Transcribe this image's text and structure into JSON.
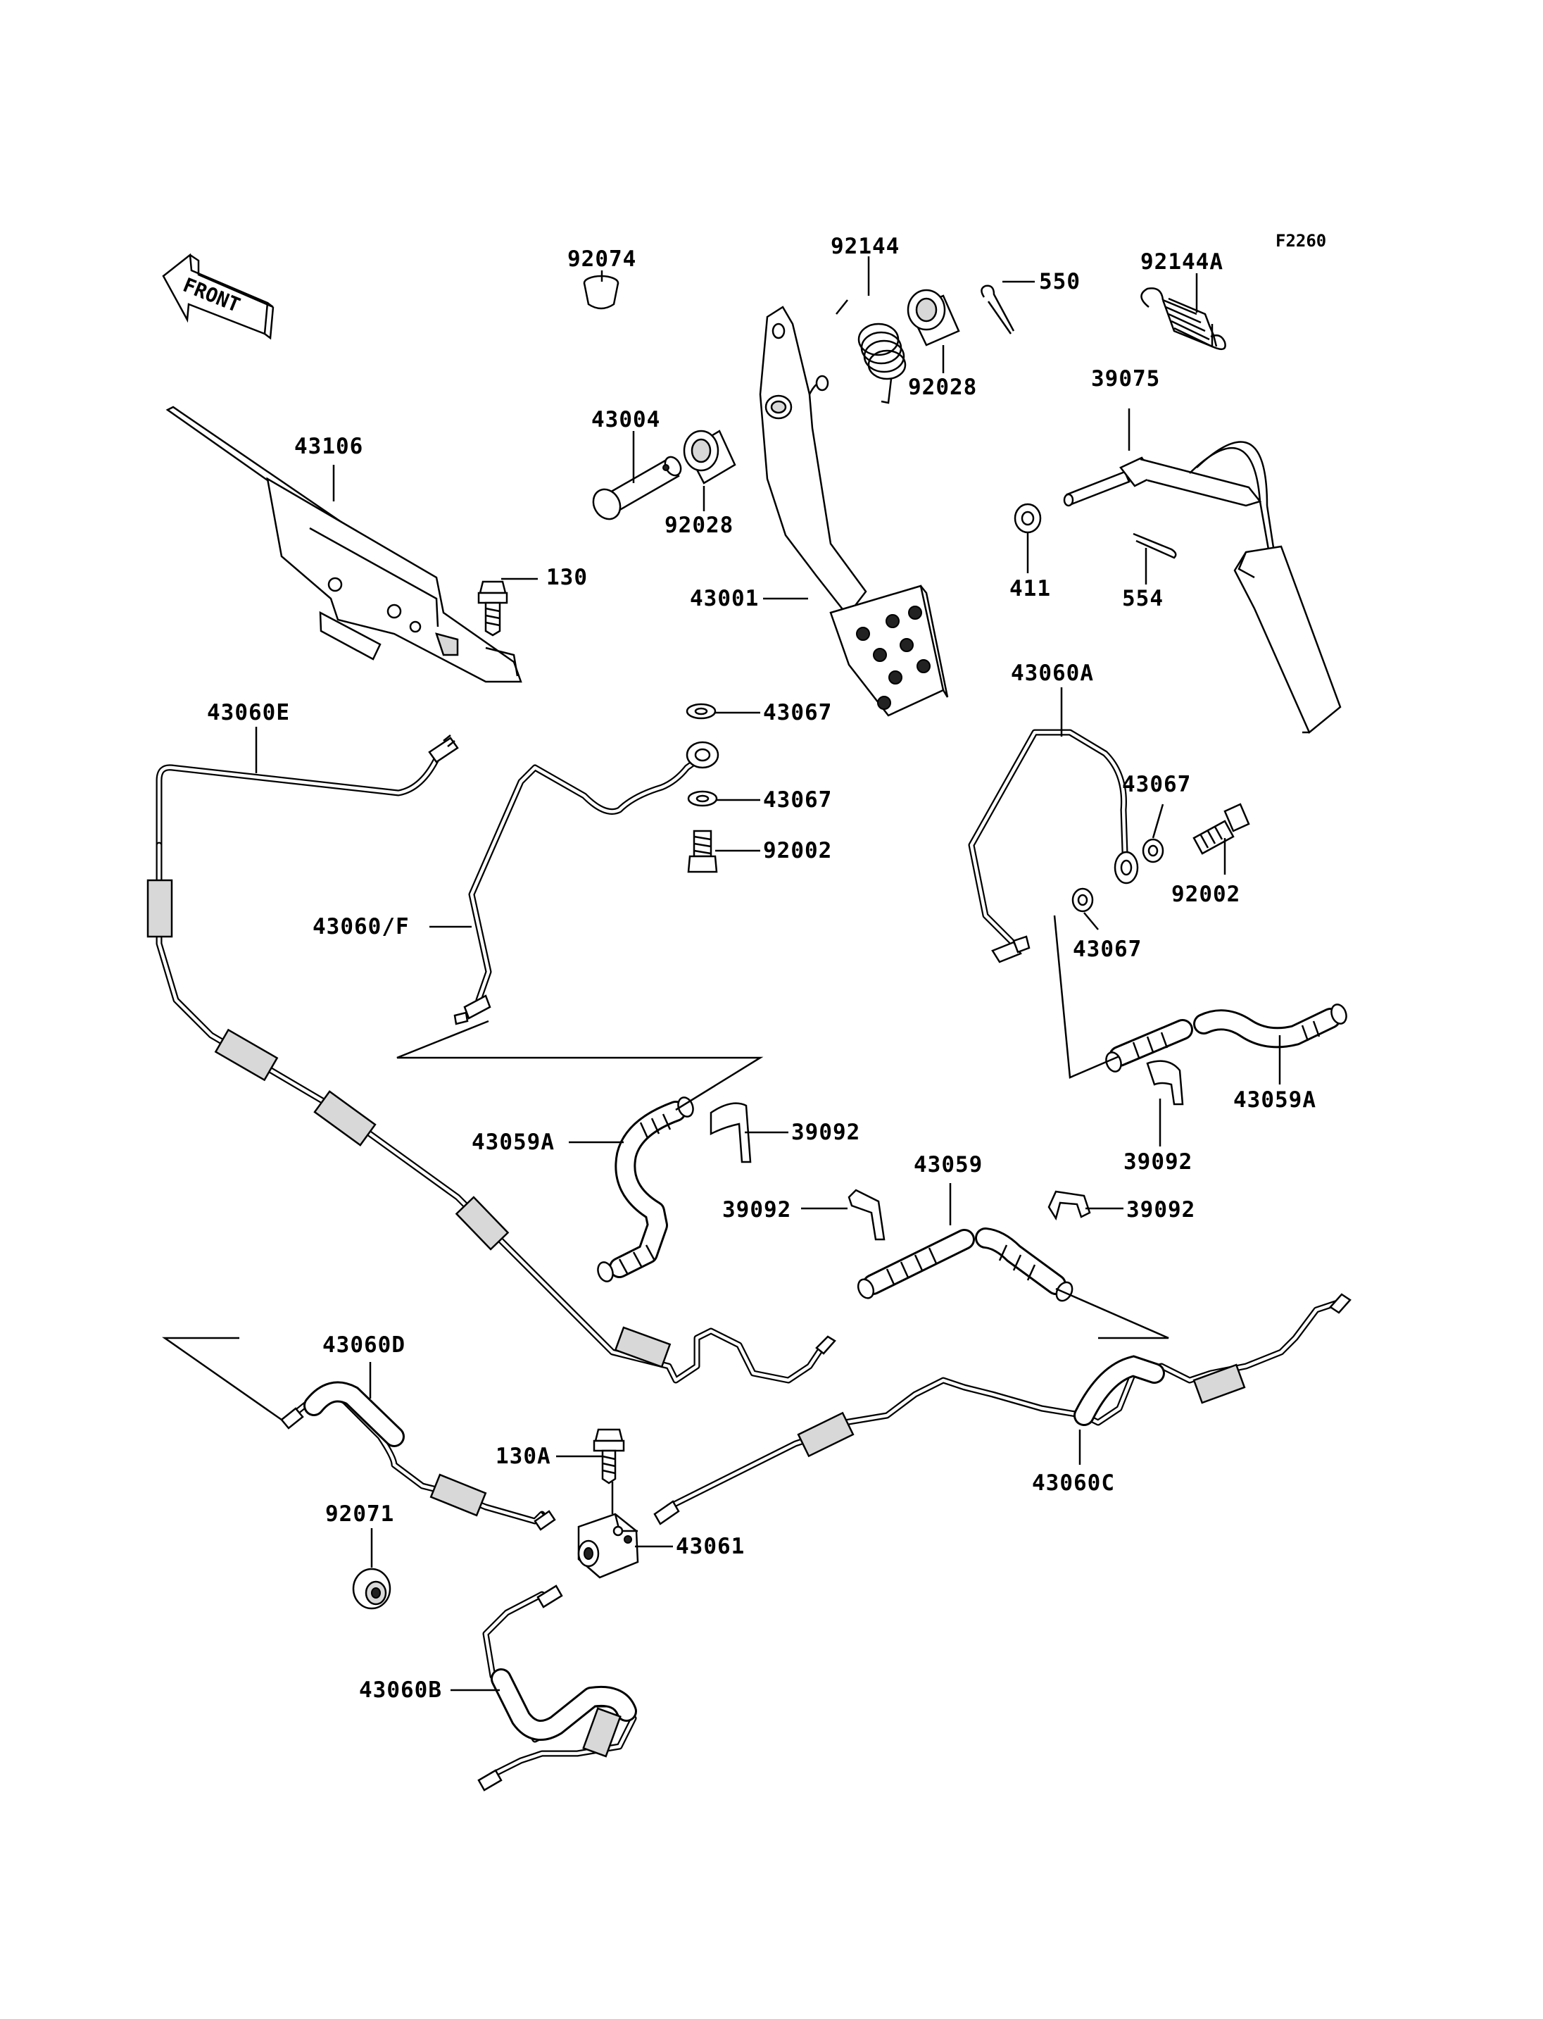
{
  "diagram": {
    "code": "F2260",
    "direction_label": "FRONT",
    "parts": [
      {
        "id": "92074"
      },
      {
        "id": "92144"
      },
      {
        "id": "550"
      },
      {
        "id": "92144A"
      },
      {
        "id": "92028_upper",
        "label": "92028"
      },
      {
        "id": "39075"
      },
      {
        "id": "43004"
      },
      {
        "id": "92028_lower",
        "label": "92028"
      },
      {
        "id": "43106"
      },
      {
        "id": "130"
      },
      {
        "id": "411"
      },
      {
        "id": "554"
      },
      {
        "id": "43001"
      },
      {
        "id": "43060E"
      },
      {
        "id": "43067_a",
        "label": "43067"
      },
      {
        "id": "43067_b",
        "label": "43067"
      },
      {
        "id": "92002_left",
        "label": "92002"
      },
      {
        "id": "43060F",
        "label": "43060/F"
      },
      {
        "id": "43060A"
      },
      {
        "id": "43067_c",
        "label": "43067"
      },
      {
        "id": "92002_right",
        "label": "92002"
      },
      {
        "id": "43067_d",
        "label": "43067"
      },
      {
        "id": "43059A_left",
        "label": "43059A"
      },
      {
        "id": "39092_a",
        "label": "39092"
      },
      {
        "id": "43059A_right",
        "label": "43059A"
      },
      {
        "id": "39092_b",
        "label": "39092"
      },
      {
        "id": "43059"
      },
      {
        "id": "39092_c",
        "label": "39092"
      },
      {
        "id": "39092_d",
        "label": "39092"
      },
      {
        "id": "43060D"
      },
      {
        "id": "130A"
      },
      {
        "id": "92071"
      },
      {
        "id": "43061"
      },
      {
        "id": "43060C"
      },
      {
        "id": "43060B"
      }
    ]
  }
}
